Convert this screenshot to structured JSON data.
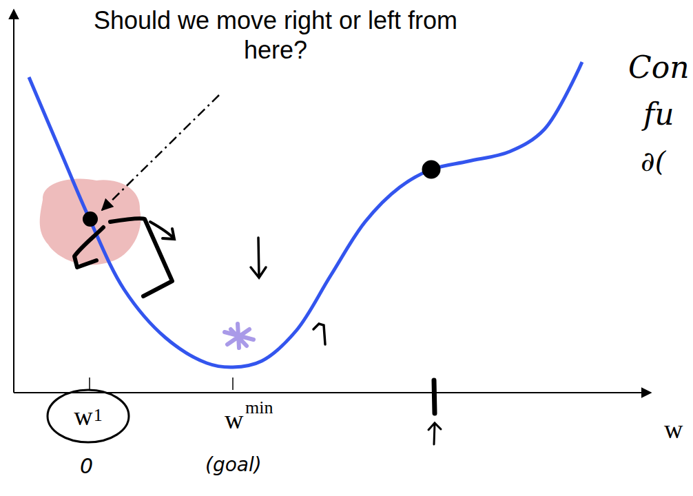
{
  "diagram": {
    "nodes": [
      {
        "text": [
          "w",
          "1"
        ]
      }
    ],
    "labels": [
      "Should we move right or left from here?",
      "w",
      "min",
      "(goal)",
      "0",
      "w",
      "Con",
      "fu",
      "∂("
    ]
  }
}
